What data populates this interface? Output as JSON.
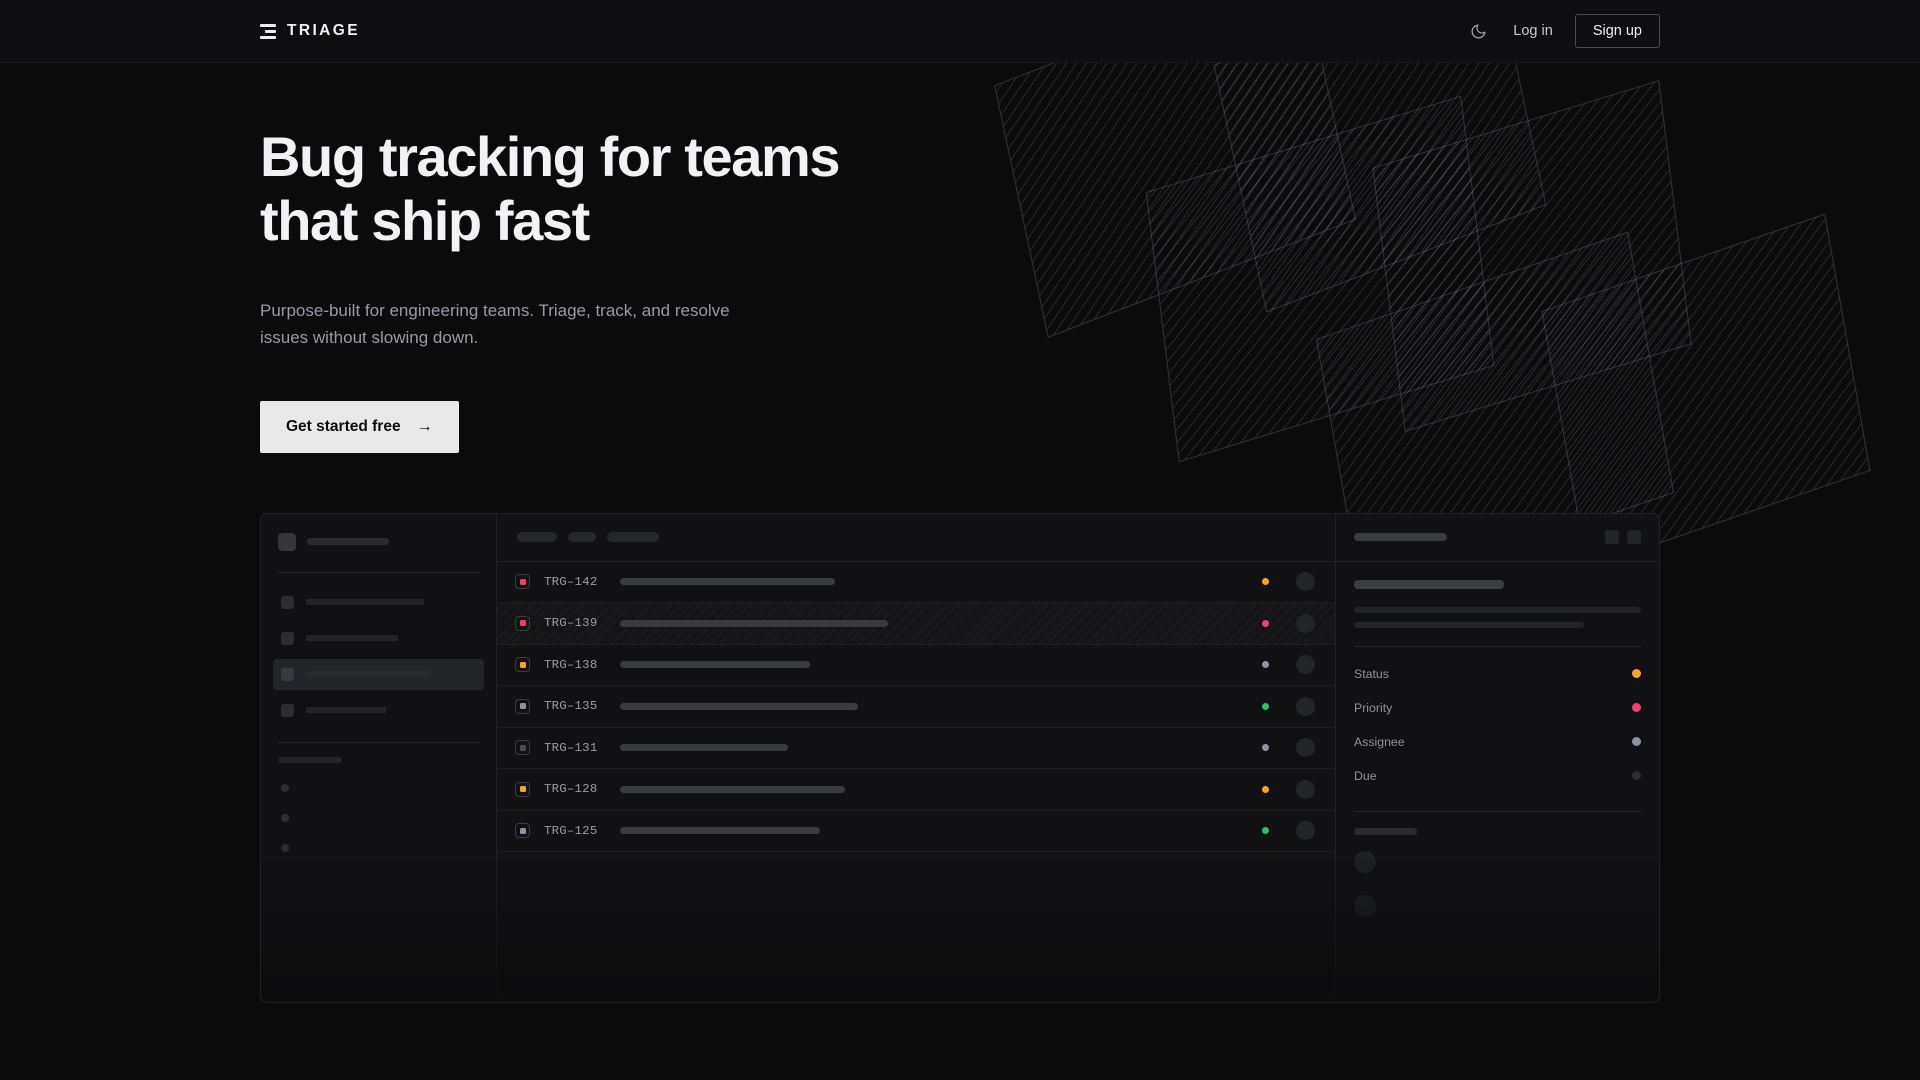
{
  "header": {
    "brand": "TRIAGE",
    "brand_icon": "stacked-bars-logo-icon",
    "theme_toggle_icon": "moon-icon",
    "login_label": "Log in",
    "signup_label": "Sign up"
  },
  "hero": {
    "heading_line1": "Bug tracking for teams",
    "heading_line2": "that ship fast",
    "subtitle": "Purpose-built for engineering teams. Triage, track, and resolve issues without slowing down.",
    "cta_label": "Get started free",
    "cta_arrow": "→"
  },
  "app_mock": {
    "sidebar": {
      "nav_items": [
        {
          "active": false
        },
        {
          "active": false
        },
        {
          "active": true
        },
        {
          "active": false
        }
      ],
      "mini_items": 3
    },
    "list": {
      "filter_chips": 3,
      "rows": [
        {
          "key": "TRG–142",
          "priority_color": "#f43f5e",
          "status_color": "#f5a623",
          "selected": false
        },
        {
          "key": "TRG–139",
          "priority_color": "#f43f5e",
          "status_color": "#ef4070",
          "selected": true
        },
        {
          "key": "TRG–138",
          "priority_color": "#f5a623",
          "status_color": "#8a95a8",
          "selected": false
        },
        {
          "key": "TRG–135",
          "priority_color": "#8a95a8",
          "status_color": "#22c55e",
          "selected": false
        },
        {
          "key": "TRG–131",
          "priority_color": "#4a4b50",
          "status_color": "#8a95a8",
          "selected": false
        },
        {
          "key": "TRG–128",
          "priority_color": "#f5a623",
          "status_color": "#f5a623",
          "selected": false
        },
        {
          "key": "TRG–125",
          "priority_color": "#8a95a8",
          "status_color": "#22c55e",
          "selected": false
        }
      ]
    },
    "detail": {
      "meta": [
        {
          "label": "Status",
          "color": "#f5a623"
        },
        {
          "label": "Priority",
          "color": "#ef4070"
        },
        {
          "label": "Assignee",
          "color": "#8a95a8"
        },
        {
          "label": "Due",
          "color": "#2e2f33"
        }
      ],
      "activity_items": 2
    }
  },
  "colors": {
    "background": "#0b0b0c",
    "panel": "#111113",
    "header": "#0e0e10",
    "text_primary": "#f2f2f4",
    "text_muted": "#9a9aa2",
    "cta_bg": "#e9e9ea",
    "amber": "#f5a623",
    "rose": "#f43f5e",
    "pink": "#ef4070",
    "green": "#22c55e",
    "slate": "#8a95a8"
  }
}
